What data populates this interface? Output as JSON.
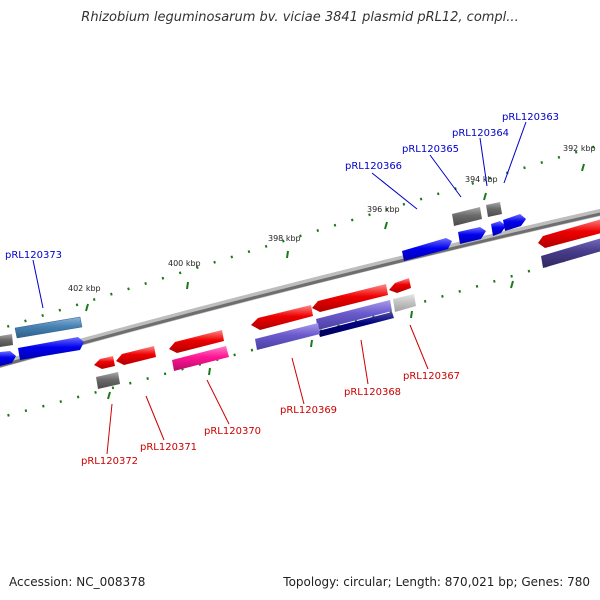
{
  "title": "Rhizobium leguminosarum bv. viciae 3841 plasmid pRL12, compl...",
  "footer": {
    "accession": "Accession: NC_008378",
    "summary": "Topology: circular; Length: 870,021 bp; Genes: 780"
  },
  "scale_labels": [
    "392 kbp",
    "394 kbp",
    "396 kbp",
    "398 kbp",
    "400 kbp",
    "402 kbp"
  ],
  "genes_top": [
    "pRL120363",
    "pRL120364",
    "pRL120365",
    "pRL120366",
    "pRL120373"
  ],
  "genes_bottom": [
    "pRL120367",
    "pRL120368",
    "pRL120369",
    "pRL120370",
    "pRL120371",
    "pRL120372"
  ],
  "colors": {
    "backbone": "#8a8a8a",
    "tick_green": "#1a7a1a",
    "top_label": "#0000cc",
    "bottom_label": "#cc0000",
    "forward_gene": "#0000ee",
    "reverse_gene": "#ee0000",
    "gray_gene": "#777777"
  }
}
